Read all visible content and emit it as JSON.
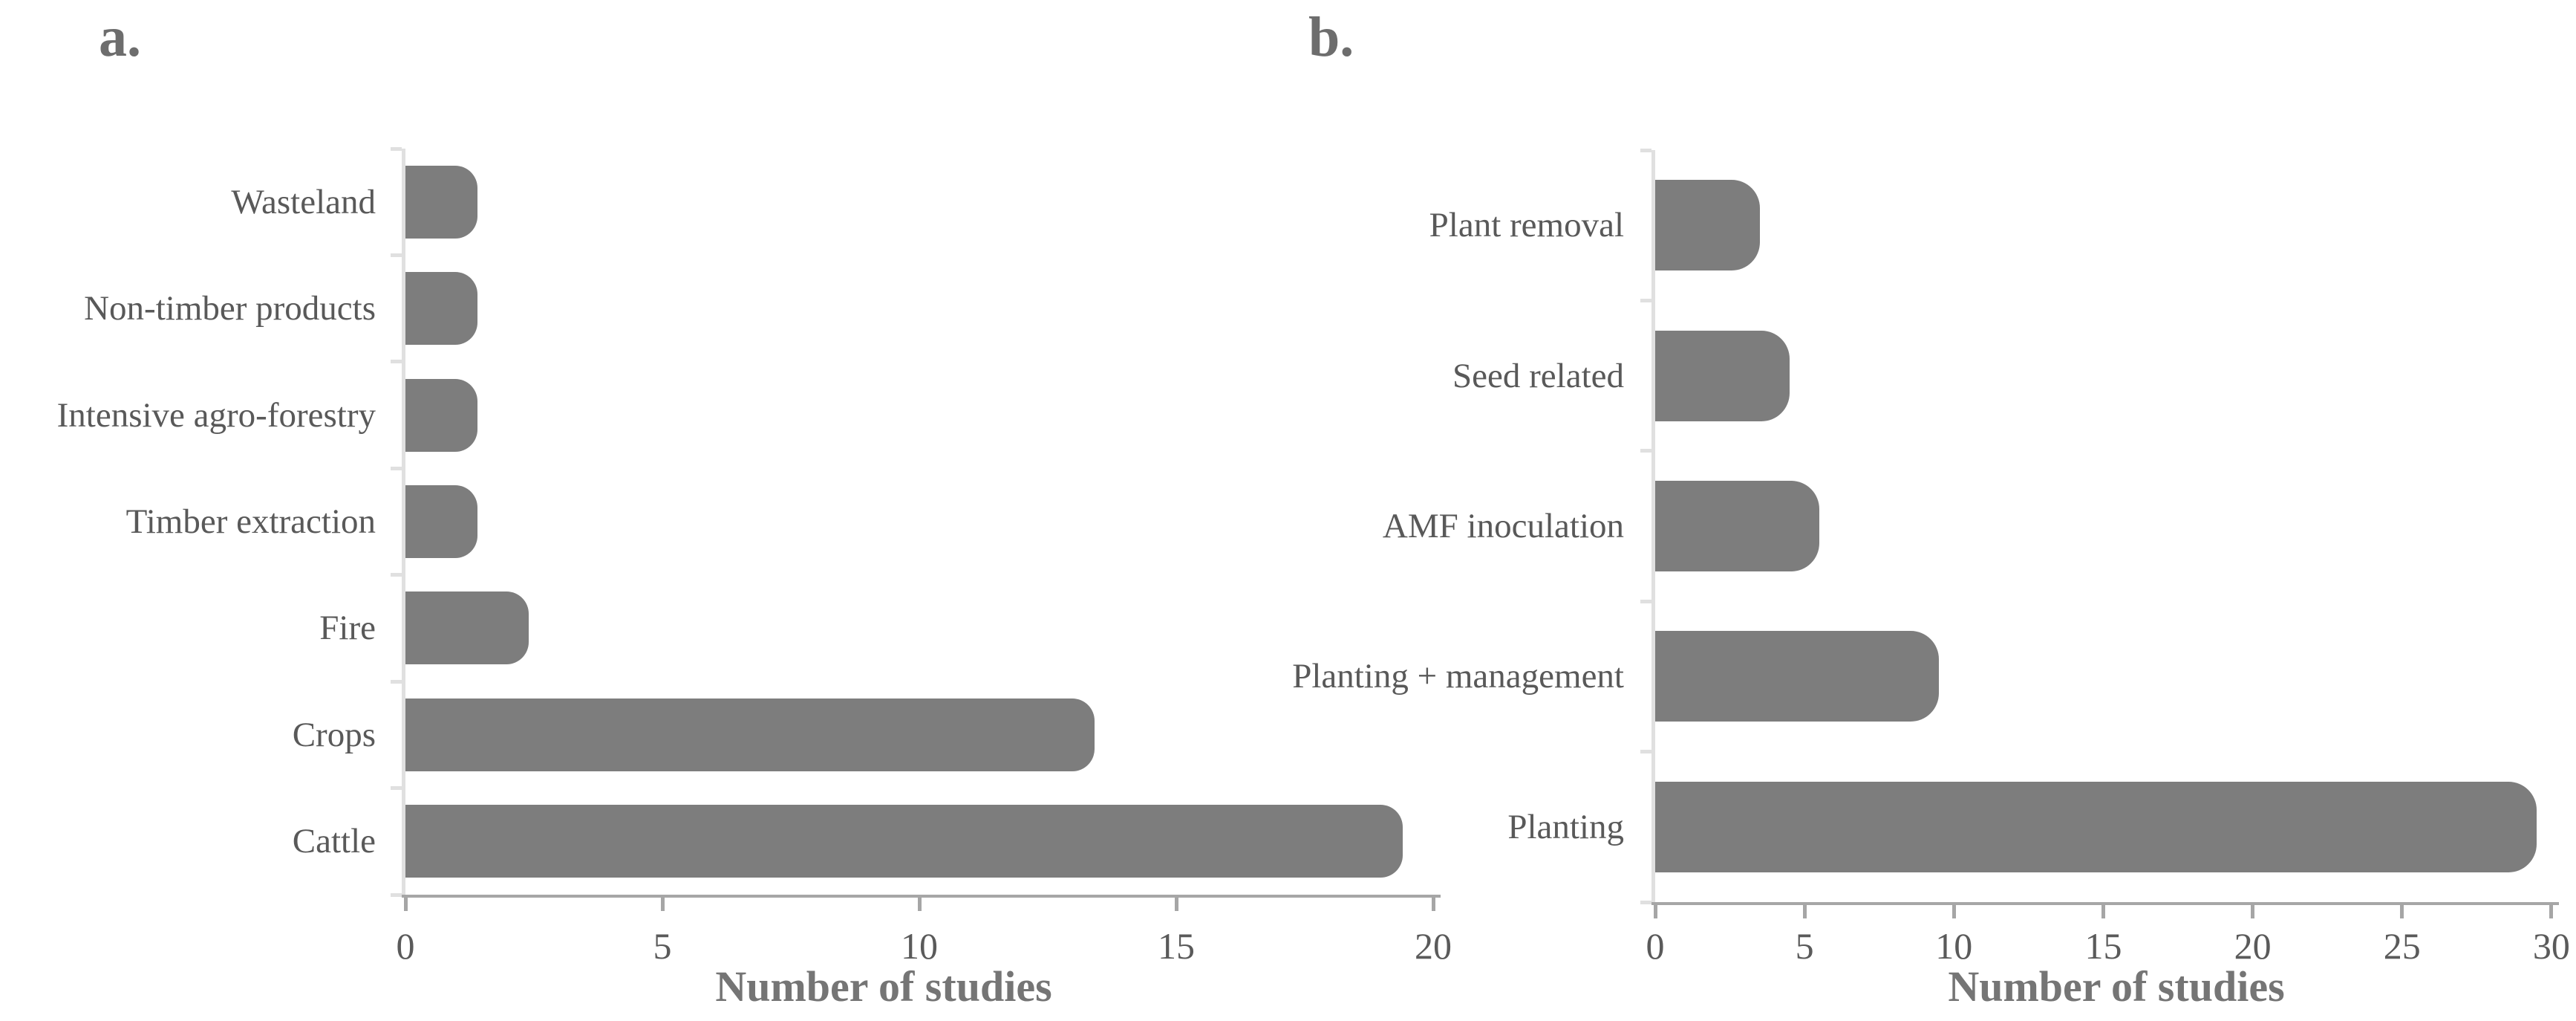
{
  "figure": {
    "description": "Two horizontal bar charts of number of studies",
    "background_color": "#ffffff"
  },
  "colors": {
    "bar_fill": "#7d7d7d",
    "category_axis_line": "#e0e0e0",
    "value_axis_line": "#a6a6a6",
    "tick_label_text": "#5a5a5a",
    "category_label_text": "#595959",
    "axis_title_text": "#757575",
    "panel_label_text": "#6d6d6d"
  },
  "chart_data": [
    {
      "panel_label": "a.",
      "type": "bar",
      "orientation": "horizontal",
      "categories": [
        "Wasteland",
        "Non-timber products",
        "Intensive agro-forestry",
        "Timber extraction",
        "Fire",
        "Crops",
        "Cattle"
      ],
      "values": [
        1,
        1,
        1,
        1,
        2,
        13,
        19
      ],
      "bar_extent_units_measured": [
        1.4,
        1.4,
        1.4,
        1.4,
        2.3,
        13.4,
        19.4
      ],
      "xlabel": "Number of studies",
      "xlim": [
        0,
        20
      ],
      "x_ticks": [
        0,
        5,
        10,
        15,
        20
      ],
      "grid": false,
      "legend": null
    },
    {
      "panel_label": "b.",
      "type": "bar",
      "orientation": "horizontal",
      "categories": [
        "Plant removal",
        "Seed related",
        "AMF inoculation",
        "Planting + management",
        "Planting"
      ],
      "values": [
        3,
        4,
        5,
        9,
        29
      ],
      "bar_extent_units_measured": [
        3.5,
        4.5,
        5.6,
        9.5,
        29.5
      ],
      "xlabel": "Number of studies",
      "xlim": [
        0,
        30
      ],
      "x_ticks": [
        0,
        5,
        10,
        15,
        20,
        25,
        30
      ],
      "grid": false,
      "legend": null
    }
  ]
}
